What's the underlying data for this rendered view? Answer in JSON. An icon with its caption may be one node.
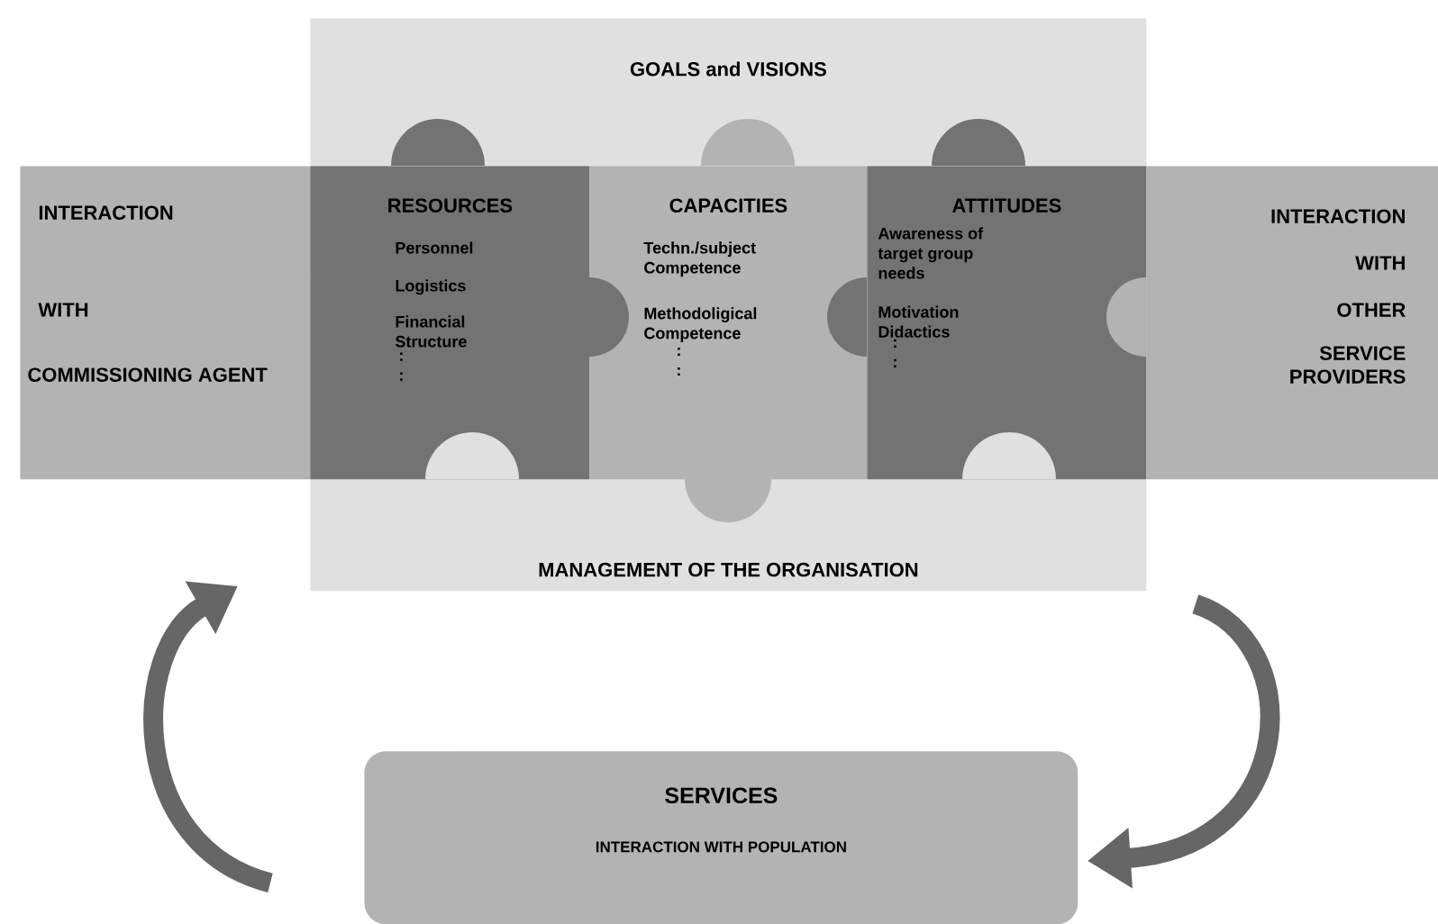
{
  "diagram": {
    "nodes": [
      {
        "text": [
          "GOALS and VISIONS",
          "MANAGEMENT OF THE ORGANISATION"
        ]
      },
      {
        "text": [
          "INTERACTION",
          "WITH",
          "COMMISSIONING AGENT"
        ]
      },
      {
        "text": [
          "RESOURCES",
          "Personnel",
          "Logistics",
          "Financial Structure",
          ": :"
        ],
        "in": 0
      },
      {
        "text": [
          "CAPACITIES",
          "Techn./subject Competence",
          "Methodoligical Competence",
          ": :"
        ],
        "in": 0
      },
      {
        "text": [
          "ATTITUDES",
          "Awareness of target group needs",
          "Motivation Didactics",
          ": :"
        ],
        "in": 0
      },
      {
        "text": [
          "INTERACTION",
          "WITH",
          "OTHER",
          "SERVICE PROVIDERS"
        ]
      },
      {
        "text": [
          "SERVICES",
          "INTERACTION WITH POPULATION"
        ]
      }
    ],
    "edges": [
      {
        "from": 0,
        "to": 6,
        "arrow": "to"
      },
      {
        "from": 6,
        "to": 0,
        "arrow": "to"
      }
    ]
  }
}
